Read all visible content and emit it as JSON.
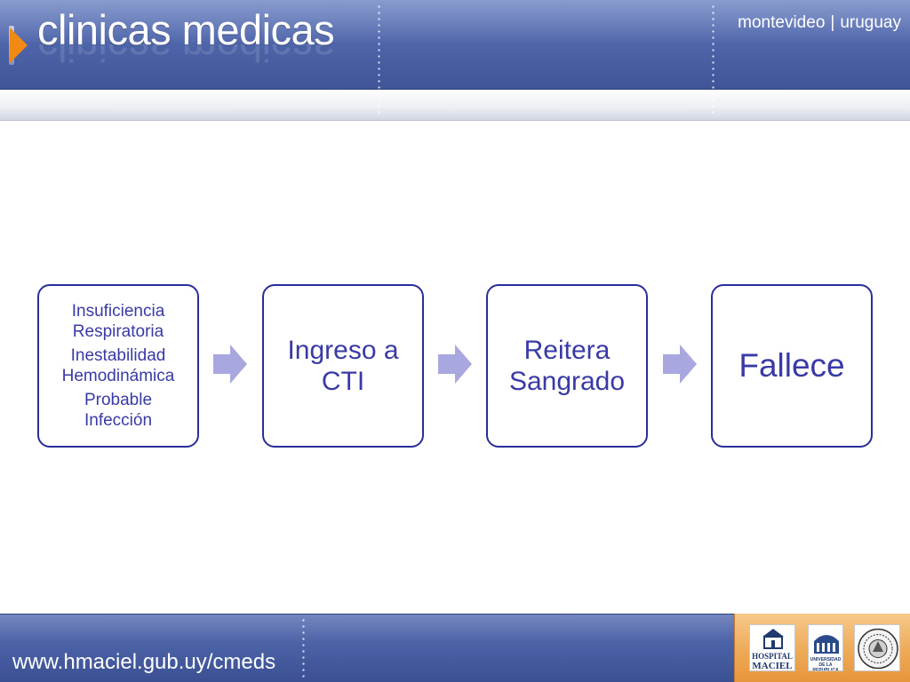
{
  "header": {
    "brand": "clinicas medicas",
    "location_city": "montevideo",
    "location_separator": "|",
    "location_country": "uruguay"
  },
  "diagram": {
    "steps": [
      {
        "lines": [
          "Insuficiencia Respiratoria",
          "Inestabilidad Hemodinámica",
          "Probable Infección"
        ]
      },
      {
        "lines": [
          "Ingreso a",
          "CTI"
        ]
      },
      {
        "lines": [
          "Reitera",
          "Sangrado"
        ]
      },
      {
        "lines": [
          "Fallece"
        ]
      }
    ],
    "colors": {
      "border": "#2d2d9a",
      "text": "#3a3aa6",
      "arrow": "#a9a7e0"
    }
  },
  "footer": {
    "url": "www.hmaciel.gub.uy/cmeds",
    "logos": [
      {
        "icon": "hospital-maciel-logo",
        "text": [
          "HOSPITAL",
          "MACIEL"
        ]
      },
      {
        "icon": "universidad-de-la-republica-logo",
        "text": [
          "UNIVERSIDAD",
          "DE LA REPUBLICA"
        ]
      },
      {
        "icon": "facultad-medicina-seal-logo"
      }
    ]
  },
  "colors": {
    "header_blue": "#4f66aa",
    "accent_orange": "#f08a14",
    "logo_panel_orange": "#eeaa58"
  }
}
